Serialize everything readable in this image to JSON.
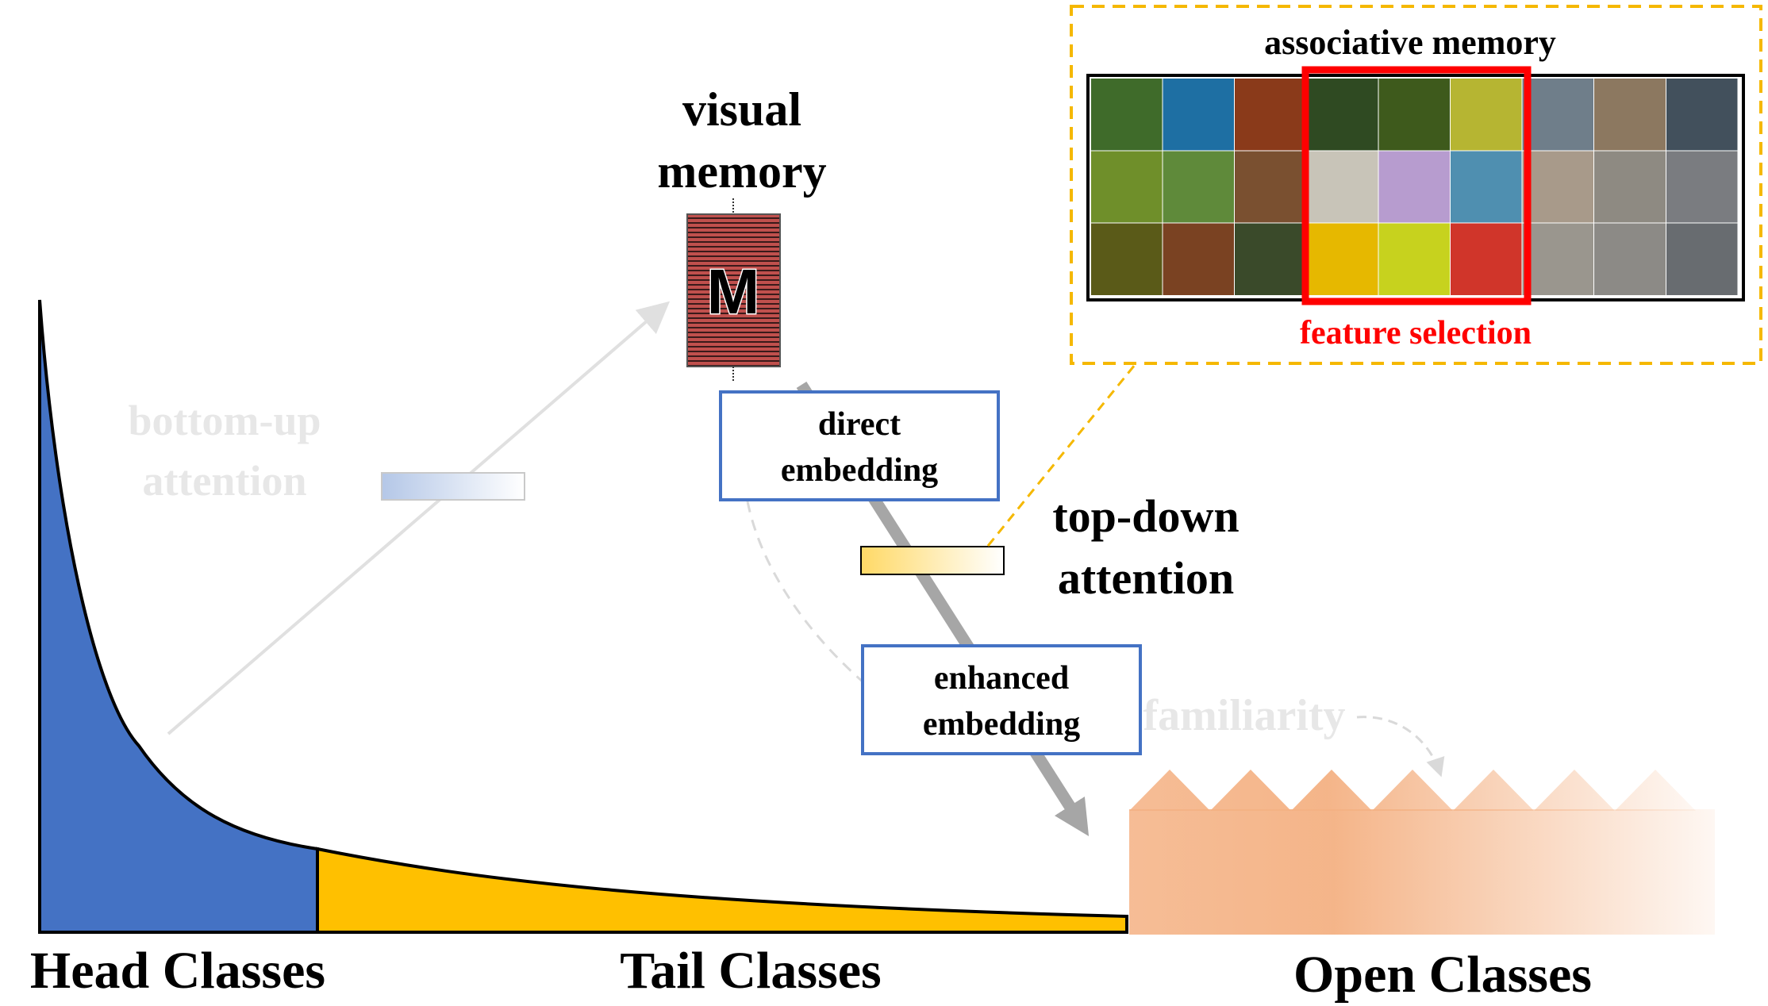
{
  "labels": {
    "head_classes": "Head Classes",
    "tail_classes": "Tail Classes",
    "open_classes": "Open Classes",
    "visual_memory_line1": "visual",
    "visual_memory_line2": "memory",
    "memory_symbol": "M",
    "bottom_up_line1": "bottom-up",
    "bottom_up_line2": "attention",
    "top_down_line1": "top-down",
    "top_down_line2": "attention",
    "direct_embedding_line1": "direct",
    "direct_embedding_line2": "embedding",
    "enhanced_embedding_line1": "enhanced",
    "enhanced_embedding_line2": "embedding",
    "familiarity": "familiarity",
    "associative_memory": "associative memory",
    "feature_selection": "feature selection"
  },
  "colors": {
    "head": "#4472c4",
    "tail": "#ffc000",
    "open": "#f4b183",
    "memory_red": "#c0504d",
    "box_border": "#4472c4",
    "selection": "#ff0000",
    "dashed_yellow": "#f5b800",
    "arrow_gray": "#a6a6a6",
    "faded_text": "#e7e7e7"
  },
  "photo_grid": {
    "rows": 3,
    "cols": 9,
    "selected_cols": [
      3,
      4,
      5
    ],
    "tiles": [
      "#3f6b2a",
      "#1e6fa3",
      "#8a3a1a",
      "#2f4a22",
      "#3e5a1c",
      "#b6b532",
      "#6f7e8a",
      "#8c7860",
      "#42505c",
      "#6f8f2a",
      "#5f8a3a",
      "#7a5030",
      "#c8c4b8",
      "#b79ccf",
      "#4f8fb0",
      "#a89a8a",
      "#8e8a82",
      "#7a7c80",
      "#5a5a18",
      "#7a4222",
      "#3a4a2a",
      "#e6b800",
      "#c7d21e",
      "#d0352a",
      "#9a968e",
      "#8c8a86",
      "#686c70"
    ]
  }
}
